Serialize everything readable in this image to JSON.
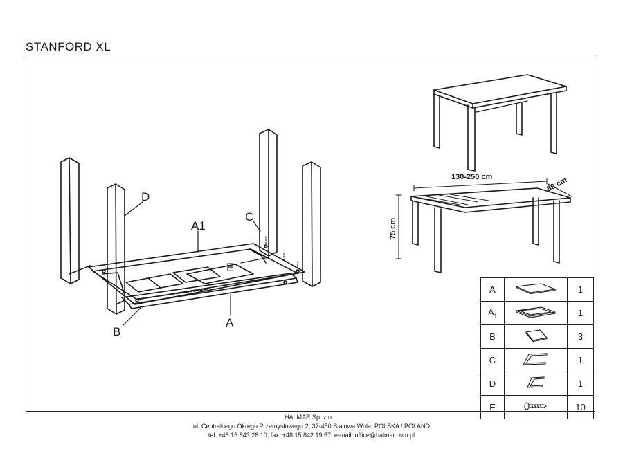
{
  "title": "STANFORD  XL",
  "labels": {
    "A1": "A1",
    "C": "C",
    "D": "D",
    "E": "E",
    "A": "A",
    "B": "B"
  },
  "dimensions": {
    "length": "130-250 cm",
    "depth": "80 cm",
    "height": "75 cm"
  },
  "parts": [
    {
      "code": "A",
      "sub": "",
      "qty": "1",
      "icon": "tabletop-panel-icon"
    },
    {
      "code": "A",
      "sub": "1",
      "qty": "1",
      "icon": "tabletop-frame-icon"
    },
    {
      "code": "B",
      "sub": "",
      "qty": "3",
      "icon": "extension-leaf-icon"
    },
    {
      "code": "C",
      "sub": "",
      "qty": "1",
      "icon": "bracket-c-icon"
    },
    {
      "code": "D",
      "sub": "",
      "qty": "1",
      "icon": "bracket-d-icon"
    },
    {
      "code": "E",
      "sub": "",
      "qty": "10",
      "icon": "screw-icon"
    }
  ],
  "footer": {
    "company": "HALMAR Sp. z o.o.",
    "address": "ul. Centralnego Okręgu Przemysłowego 2, 37-450 Stalowa Wola, POLSKA / POLAND",
    "contact": "tel. +48 15 843 28 10, fax: +48 15 842 19 57, e-mail: office@halmar.com.pl"
  }
}
